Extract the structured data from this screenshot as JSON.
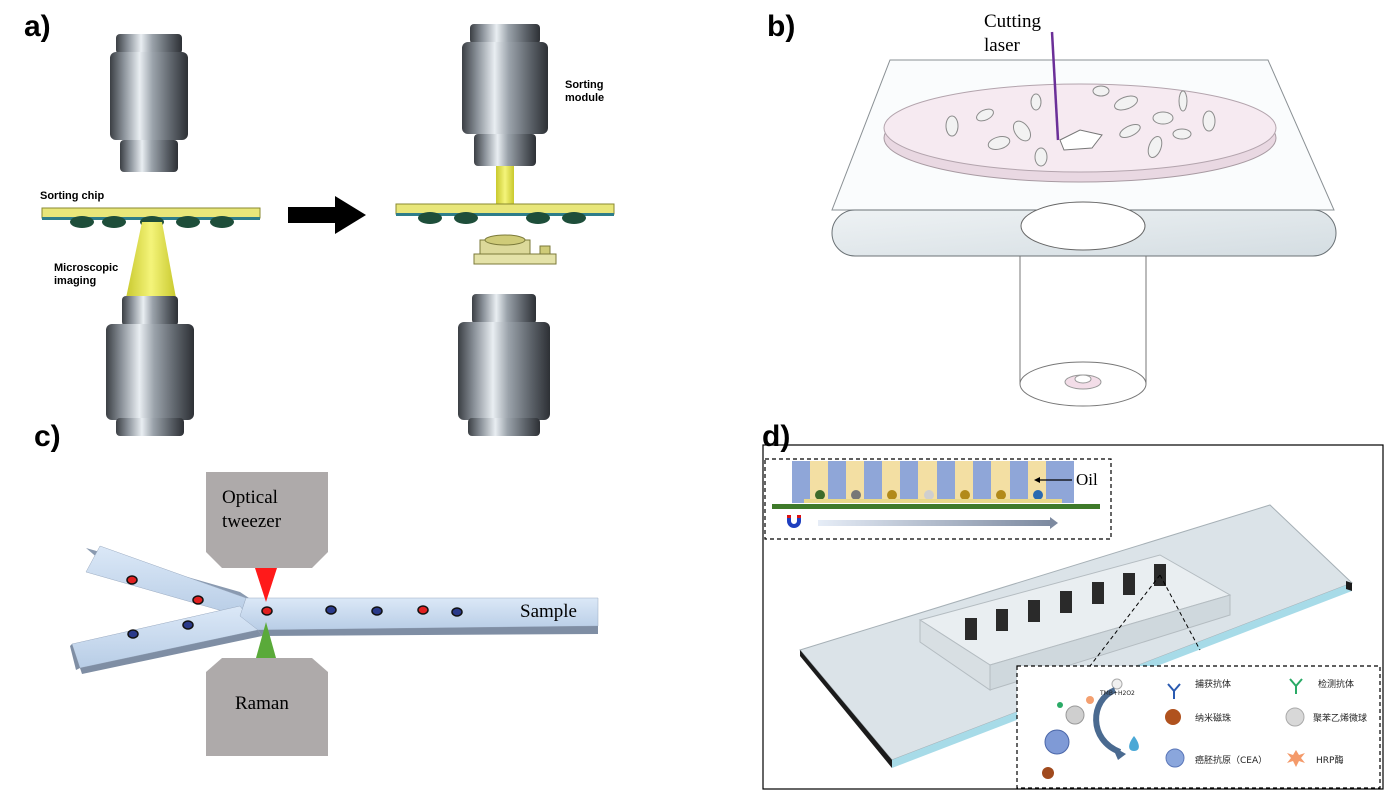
{
  "panels": {
    "a": {
      "label": "a)",
      "sorting_chip": "Sorting chip",
      "microscopic_imaging": "Microscopic imaging",
      "sorting_module": "Sorting module"
    },
    "b": {
      "label": "b)",
      "cutting_laser": "Cutting laser"
    },
    "c": {
      "label": "c)",
      "optical_tweezer": "Optical tweezer",
      "raman": "Raman",
      "sample": "Sample"
    },
    "d": {
      "label": "d)",
      "oil": "Oil",
      "tmb": "TMB+H2O2",
      "legend": {
        "capture_antibody": "捕获抗体",
        "detection_antibody": "检测抗体",
        "magnetic_bead": "纳米磁珠",
        "polystyrene_bead": "聚苯乙烯微球",
        "cea": "癌胚抗原（CEA）",
        "hrp": "HRP酶"
      }
    }
  }
}
